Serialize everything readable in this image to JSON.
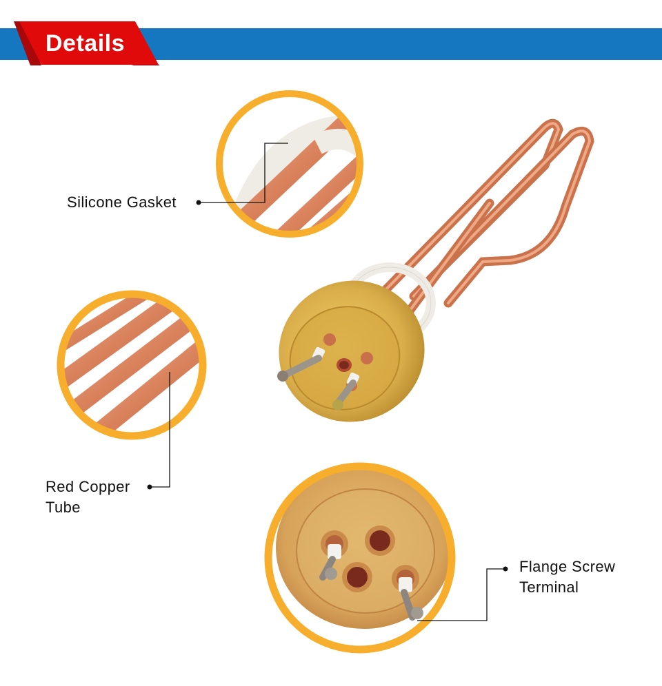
{
  "header": {
    "title": "Details",
    "bar_color": "#1477c0",
    "banner_color": "#e00a0a",
    "banner_shadow_color": "#a8080a"
  },
  "callouts": [
    {
      "id": "silicone-gasket",
      "label": "Silicone Gasket"
    },
    {
      "id": "red-copper-tube",
      "label_line1": "Red Copper",
      "label_line2": "Tube"
    },
    {
      "id": "flange-screw-terminal",
      "label_line1": "Flange Screw",
      "label_line2": "Terminal"
    }
  ],
  "colors": {
    "circle_ring": "#f7ae2c",
    "copper": "#d9825c",
    "copper_highlight": "#f4b596",
    "copper_dark": "#b86440",
    "brass": "#d9ad4a",
    "brass_dark": "#b88a2c",
    "gasket": "#efece6",
    "leader_line": "#111111"
  },
  "product": {
    "name": "Heating element with brass flange and red copper tubes"
  }
}
